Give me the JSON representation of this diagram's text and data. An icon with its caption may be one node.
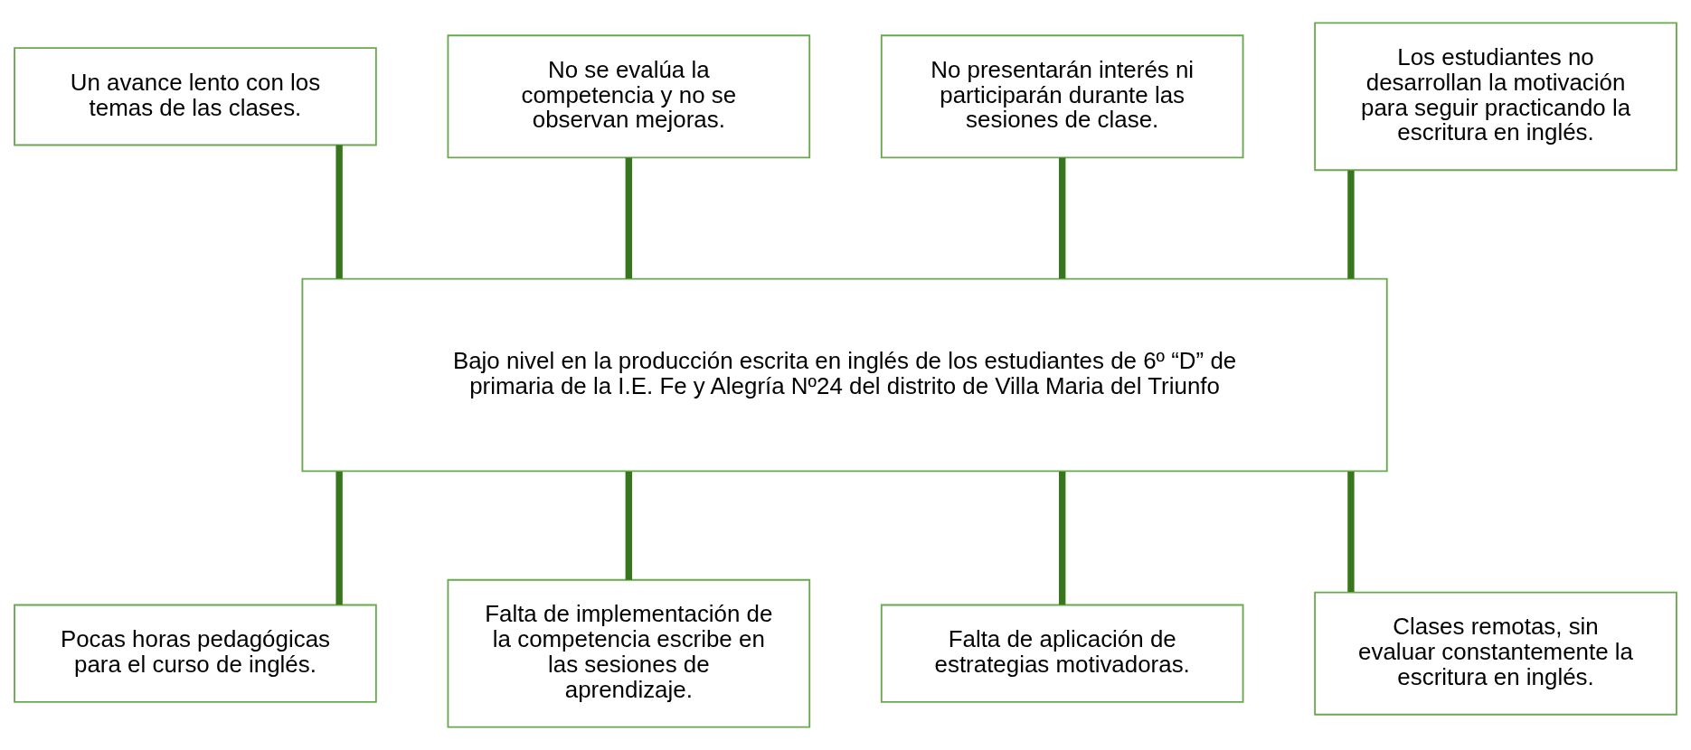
{
  "diagram": {
    "nodes": [
      {
        "text": [
          "Un avance lento con los temas de las clases."
        ]
      },
      {
        "text": [
          "No se evalúa la competencia y no se observan mejoras."
        ]
      },
      {
        "text": [
          "No presentarán interés ni participarán durante las sesiones de clase."
        ]
      },
      {
        "text": [
          "Los estudiantes no desarrollan la motivación para seguir practicando la escritura en inglés."
        ]
      },
      {
        "text": [
          "Bajo nivel en la producción escrita en inglés de los estudiantes de 6º “D” de primaria de la I.E. Fe y Alegría Nº24 del distrito de Villa Maria del Triunfo"
        ]
      },
      {
        "text": [
          "Pocas horas pedagógicas para el curso de inglés."
        ]
      },
      {
        "text": [
          "Falta de implementación de la competencia escribe en las sesiones de aprendizaje."
        ]
      },
      {
        "text": [
          "Falta de aplicación de estrategias motivadoras."
        ]
      },
      {
        "text": [
          "Clases remotas, sin evaluar constantemente la escritura en inglés."
        ]
      }
    ],
    "edges": [
      {
        "from": 0,
        "to": 4,
        "arrow": "none"
      },
      {
        "from": 1,
        "to": 4,
        "arrow": "none"
      },
      {
        "from": 2,
        "to": 4,
        "arrow": "none"
      },
      {
        "from": 3,
        "to": 4,
        "arrow": "none"
      },
      {
        "from": 4,
        "to": 5,
        "arrow": "none"
      },
      {
        "from": 4,
        "to": 6,
        "arrow": "none"
      },
      {
        "from": 4,
        "to": 7,
        "arrow": "none"
      },
      {
        "from": 4,
        "to": 8,
        "arrow": "none"
      }
    ]
  }
}
